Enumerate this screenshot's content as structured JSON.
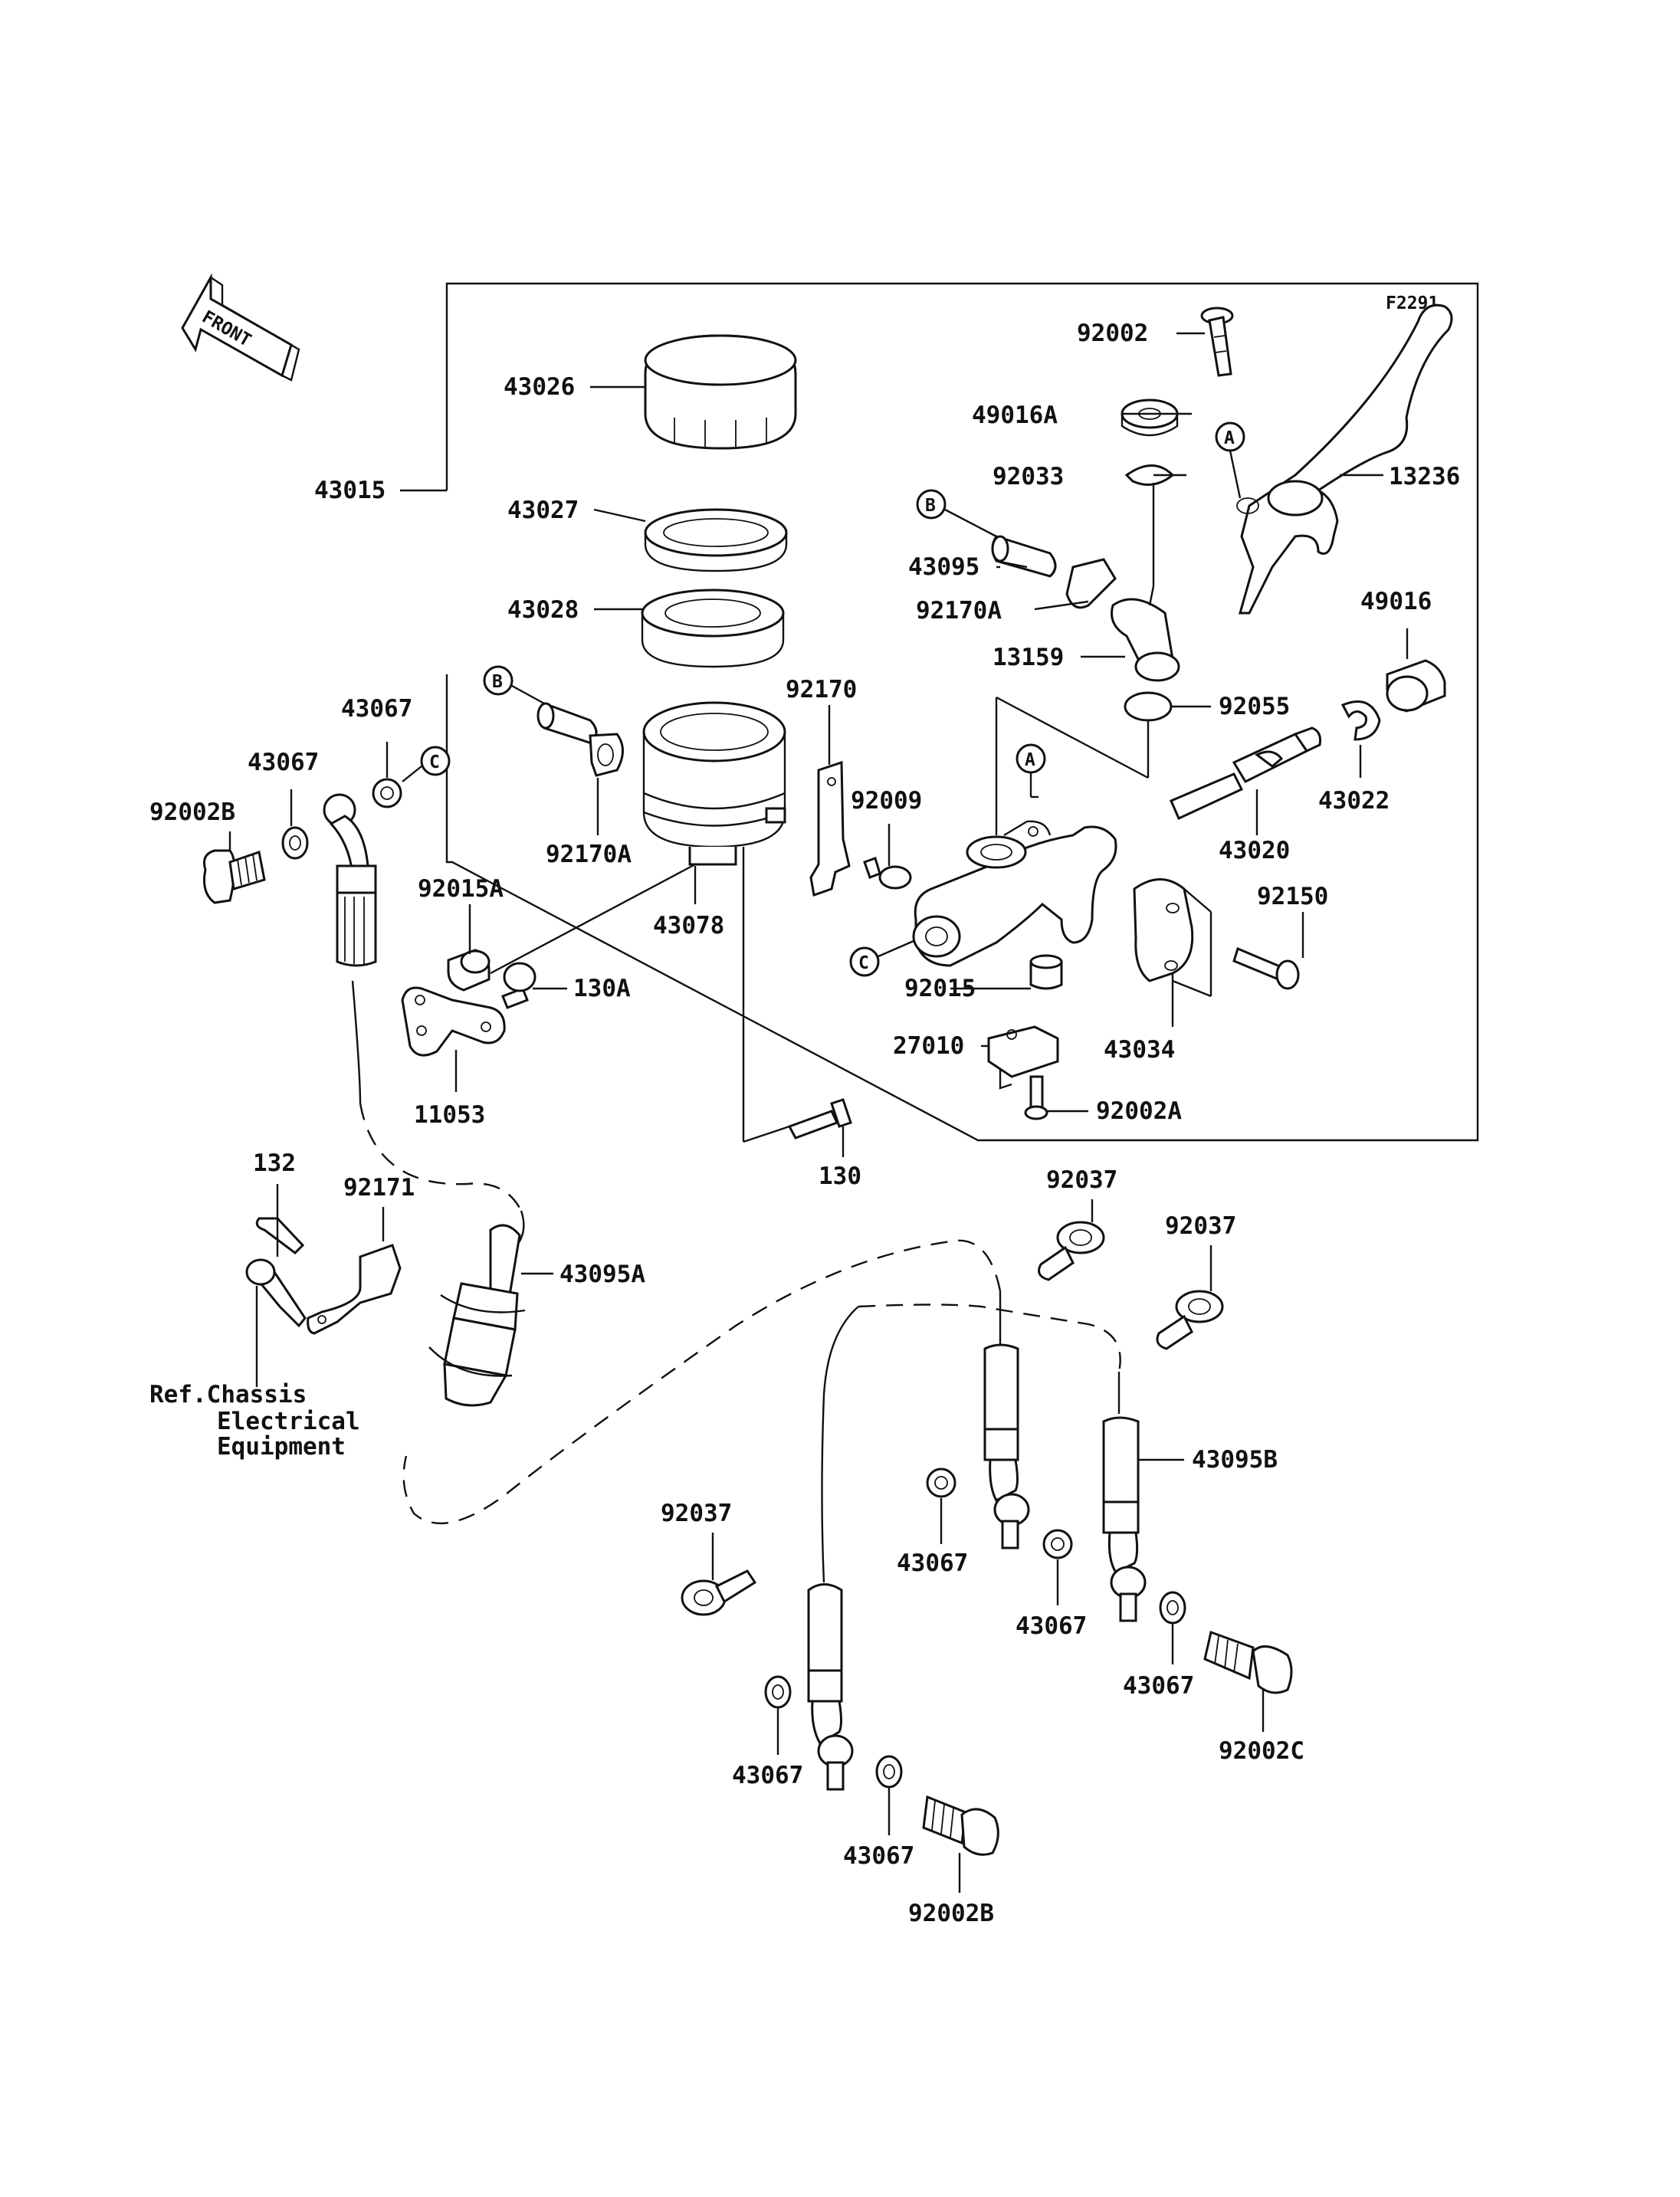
{
  "figure_code": "F2291",
  "front_label": "FRONT",
  "callouts": {
    "A": "A",
    "B": "B",
    "C": "C"
  },
  "reference_note": {
    "line1": "Ref.Chassis",
    "line2": "Electrical",
    "line3": "Equipment"
  },
  "parts": {
    "p43026": "43026",
    "p43015": "43015",
    "p43027": "43027",
    "p43028": "43028",
    "p43067_a": "43067",
    "p43067_b": "43067",
    "p92002b_top": "92002B",
    "p92170a_left": "92170A",
    "p43078": "43078",
    "p92015a": "92015A",
    "p130a": "130A",
    "p11053": "11053",
    "p92170": "92170",
    "p92009": "92009",
    "p92002": "92002",
    "p49016a": "49016A",
    "p92033": "92033",
    "p13236": "13236",
    "p43095": "43095",
    "p92170a_right": "92170A",
    "p13159": "13159",
    "p49016": "49016",
    "p92055": "92055",
    "p43022": "43022",
    "p43020": "43020",
    "p92150": "92150",
    "p92015": "92015",
    "p43034": "43034",
    "p27010": "27010",
    "p92002a": "92002A",
    "p130": "130",
    "p132": "132",
    "p92171": "92171",
    "p43095a": "43095A",
    "p92037_a": "92037",
    "p92037_b": "92037",
    "p92037_c": "92037",
    "p43095b": "43095B",
    "p43067_c": "43067",
    "p43067_d": "43067",
    "p43067_e": "43067",
    "p43067_f": "43067",
    "p43067_g": "43067",
    "p92002c": "92002C",
    "p92002b_bottom": "92002B"
  }
}
